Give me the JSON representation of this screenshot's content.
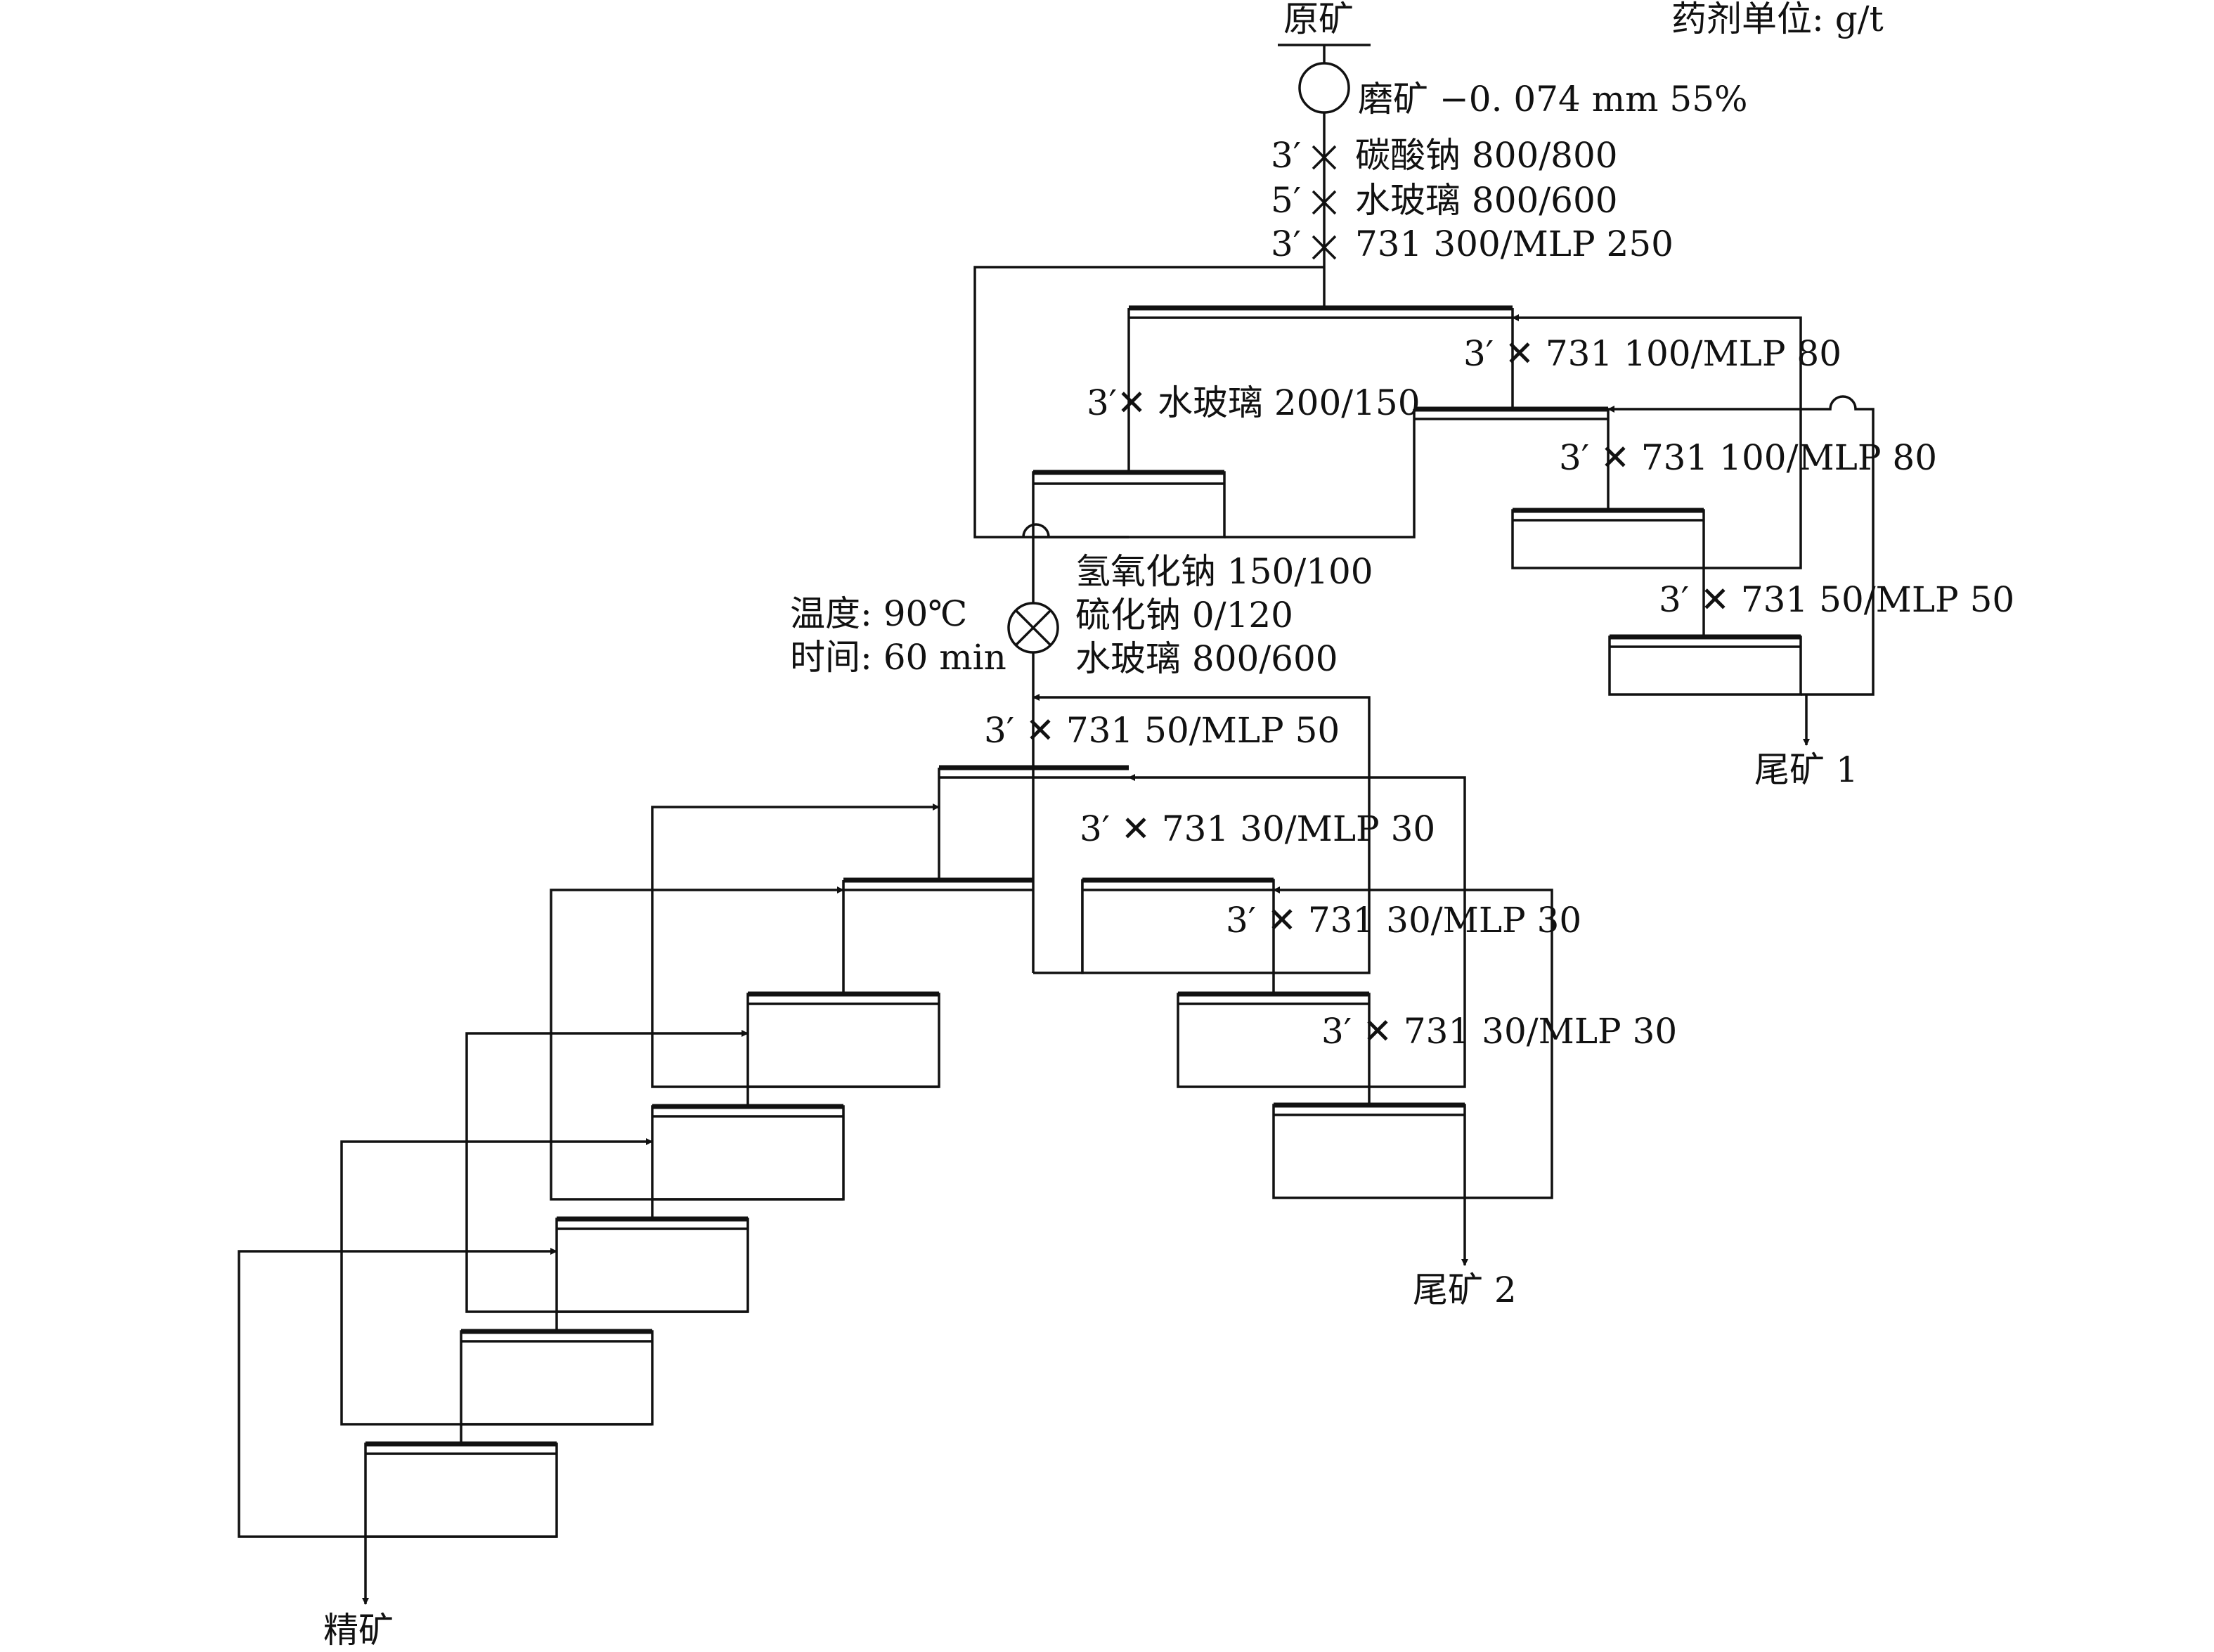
{
  "header": {
    "feed": "原矿",
    "units": "药剂单位: g/t"
  },
  "grinding": {
    "label": "磨矿 −0. 074 mm 55%"
  },
  "conditioning": [
    {
      "time": "3′",
      "reagent": "碳酸钠 800/800"
    },
    {
      "time": "5′",
      "reagent": "水玻璃 800/600"
    },
    {
      "time": "3′",
      "reagent": "731 300/MLP 250"
    }
  ],
  "flotation1": {
    "scav1": "3′ ✕ 731 100/MLP 80",
    "clean1": "3′✕ 水玻璃 200/150",
    "scav2": "3′ ✕ 731 100/MLP 80",
    "scav3": "3′ ✕ 731 50/MLP 50",
    "tail": "尾矿 1"
  },
  "heating": {
    "temp": "温度: 90℃",
    "time": "时间: 60 min",
    "r1": "氢氧化钠 150/100",
    "r2": "硫化钠 0/120",
    "r3": "水玻璃 800/600"
  },
  "flotation2": {
    "rougher": "3′ ✕ 731 50/MLP 50",
    "scav1": "3′ ✕ 731 30/MLP 30",
    "scav2": "3′ ✕ 731 30/MLP 30",
    "scav3": "3′ ✕ 731 30/MLP 30",
    "tail": "尾矿 2",
    "concentrate": "精矿"
  }
}
